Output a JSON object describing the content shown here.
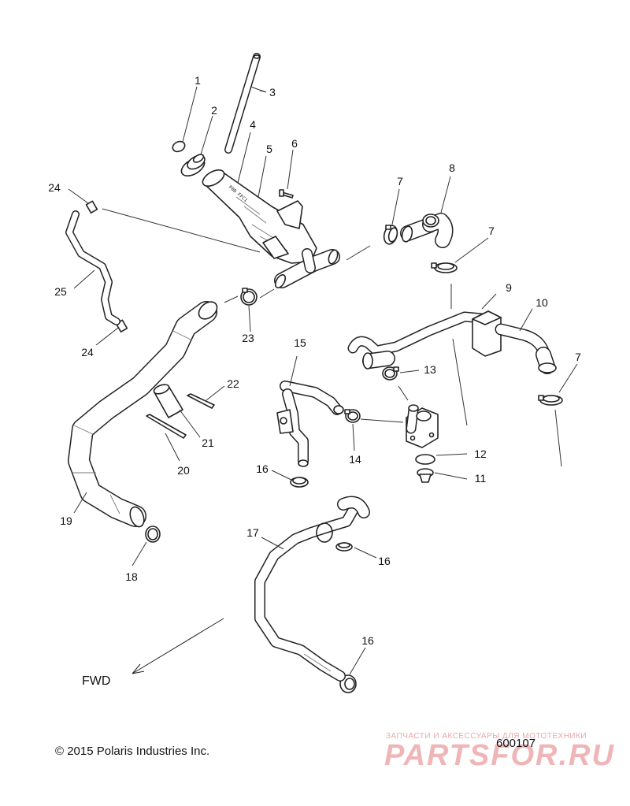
{
  "callouts": {
    "c1": "1",
    "c2": "2",
    "c3": "3",
    "c4": "4",
    "c5": "5",
    "c6": "6",
    "c7a": "7",
    "c7b": "7",
    "c7c": "7",
    "c8": "8",
    "c9": "9",
    "c10": "10",
    "c11": "11",
    "c12": "12",
    "c13": "13",
    "c14": "14",
    "c15": "15",
    "c16a": "16",
    "c16b": "16",
    "c16c": "16",
    "c17": "17",
    "c18": "18",
    "c19": "19",
    "c20": "20",
    "c21": "21",
    "c22": "22",
    "c23": "23",
    "c24a": "24",
    "c24b": "24",
    "c25": "25"
  },
  "fwd_label": "FWD",
  "copyright": "© 2015 Polaris Industries Inc.",
  "diagram_id": "600107",
  "watermark": {
    "tagline": "ЗАПЧАСТИ И АКСЕССУАРЫ ДЛЯ МОТОТЕХНИКИ",
    "logo": "PARTSFOR.RU"
  },
  "colors": {
    "line": "#222222",
    "watermark": "#e2787c"
  }
}
